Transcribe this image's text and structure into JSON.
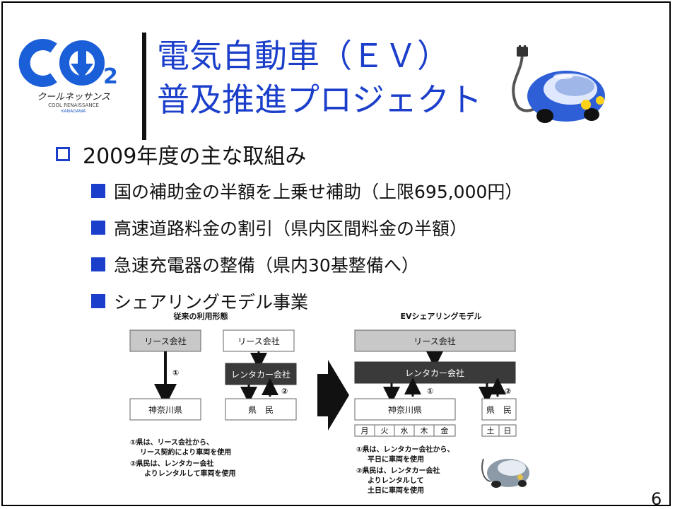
{
  "logo": {
    "co2_text": "CO",
    "subscript": "2",
    "sub_jp": "クールネッサンス",
    "sub_en": "COOL RENAISSANCE",
    "sub_place": "KANAGAWA"
  },
  "title": {
    "line1": "電気自動車（ＥＶ）",
    "line2": "普及推進プロジェクト"
  },
  "bullets": {
    "main": "2009年度の主な取組み",
    "items": [
      "国の補助金の半額を上乗せ補助（上限695,000円）",
      "高速道路料金の割引（県内区間料金の半額）",
      "急速充電器の整備（県内30基整備へ）",
      "シェアリングモデル事業"
    ]
  },
  "diagram": {
    "left_title": "従来の利用形態",
    "right_title": "EVシェアリングモデル",
    "lease": "リース会社",
    "rental": "レンタカー会社",
    "kanagawa": "神奈川県",
    "citizen": "県　民",
    "mark1": "①",
    "mark2": "②",
    "weekdays": [
      "月",
      "火",
      "水",
      "木",
      "金"
    ],
    "weekend": [
      "土",
      "日"
    ],
    "left_note1a": "①県は、リース会社から、",
    "left_note1b": "リース契約により車両を使用",
    "left_note2a": "②県民は、レンタカー会社",
    "left_note2b": "よりレンタルして車両を使用",
    "right_note1a": "①県は、レンタカー会社から、",
    "right_note1b": "平日に車両を使用",
    "right_note2a": "②県民は、レンタカー会社",
    "right_note2b": "よりレンタルして",
    "right_note2c": "土日に車両を使用"
  },
  "page_number": "6",
  "colors": {
    "title_blue": "#1b3fcb",
    "gray_box": "#c8c8c8",
    "dark_box": "#3a3a3a"
  }
}
